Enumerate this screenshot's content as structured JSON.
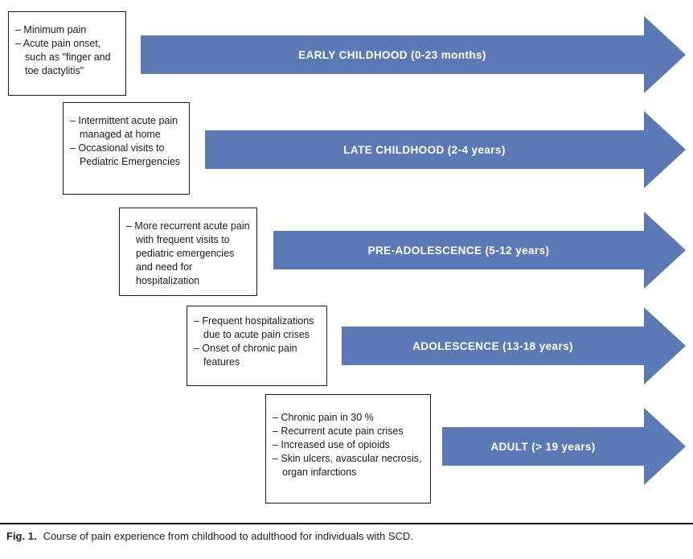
{
  "figure": {
    "caption_label": "Fig. 1.",
    "caption_text": "Course of pain experience from childhood to adulthood for individuals with SCD."
  },
  "colors": {
    "arrow_fill": "#5b79b5",
    "arrow_text": "#ffffff",
    "box_border": "#1a1a1a",
    "background": "#ffffff"
  },
  "stages": [
    {
      "label": "EARLY CHILDHOOD (0-23 months)",
      "bullets": [
        "– Minimum pain",
        "– Acute pain onset, such as \"finger and toe dactylitis\""
      ]
    },
    {
      "label": "LATE CHILDHOOD (2-4 years)",
      "bullets": [
        "– Intermittent acute pain managed at home",
        "– Occasional visits to Pediatric Emergencies"
      ]
    },
    {
      "label": "PRE-ADOLESCENCE (5-12 years)",
      "bullets": [
        "– More recurrent acute pain with frequent visits to pediatric emergencies and need for hospitalization"
      ]
    },
    {
      "label": "ADOLESCENCE (13-18 years)",
      "bullets": [
        "– Frequent hospitalizations due to acute pain crises",
        "– Onset of chronic pain features"
      ]
    },
    {
      "label": "ADULT (> 19 years)",
      "bullets": [
        "– Chronic pain in 30 %",
        "– Recurrent acute pain crises",
        "– Increased use of opioids",
        "– Skin ulcers, avascular necrosis, organ infarctions"
      ]
    }
  ]
}
